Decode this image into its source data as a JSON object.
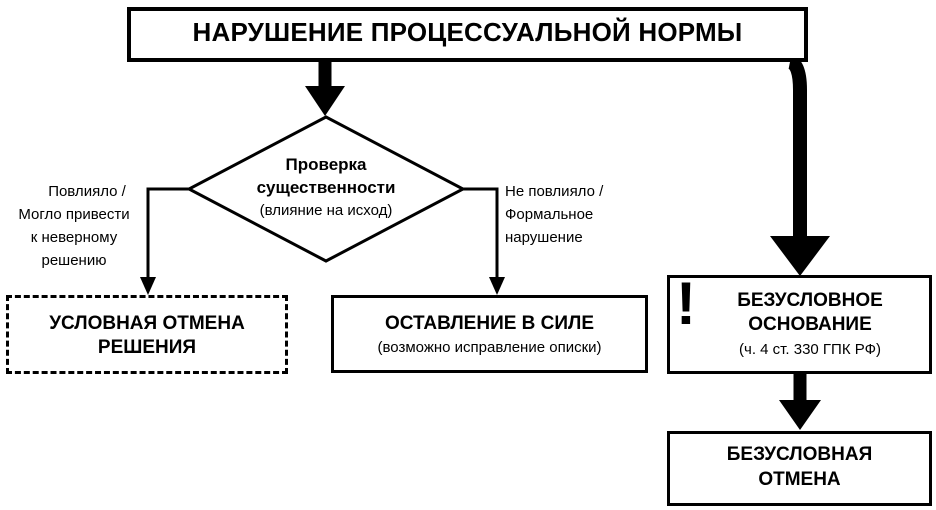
{
  "title": "НАРУШЕНИЕ ПРОЦЕССУАЛЬНОЙ НОРМЫ",
  "decision": {
    "line1": "Проверка",
    "line2": "существенности",
    "line3": "(влияние на исход)"
  },
  "left_branch": {
    "label_lines": [
      "Повлияло /",
      "Могло привести",
      "к неверному",
      "решению"
    ],
    "box_line1": "УСЛОВНАЯ ОТМЕНА",
    "box_line2": "РЕШЕНИЯ"
  },
  "middle_branch": {
    "label_lines": [
      "Не повлияло /",
      "Формальное",
      "нарушение"
    ],
    "box_title": "ОСТАВЛЕНИЕ В СИЛЕ",
    "box_note": "(возможно исправление описки)"
  },
  "right_branch": {
    "exclamation": "!",
    "box_line1": "БЕЗУСЛОВНОЕ",
    "box_line2": "ОСНОВАНИЕ",
    "box_note": "(ч. 4 ст. 330 ГПК РФ)"
  },
  "final_box": {
    "line1": "БЕЗУСЛОВНАЯ",
    "line2": "ОТМЕНА"
  }
}
